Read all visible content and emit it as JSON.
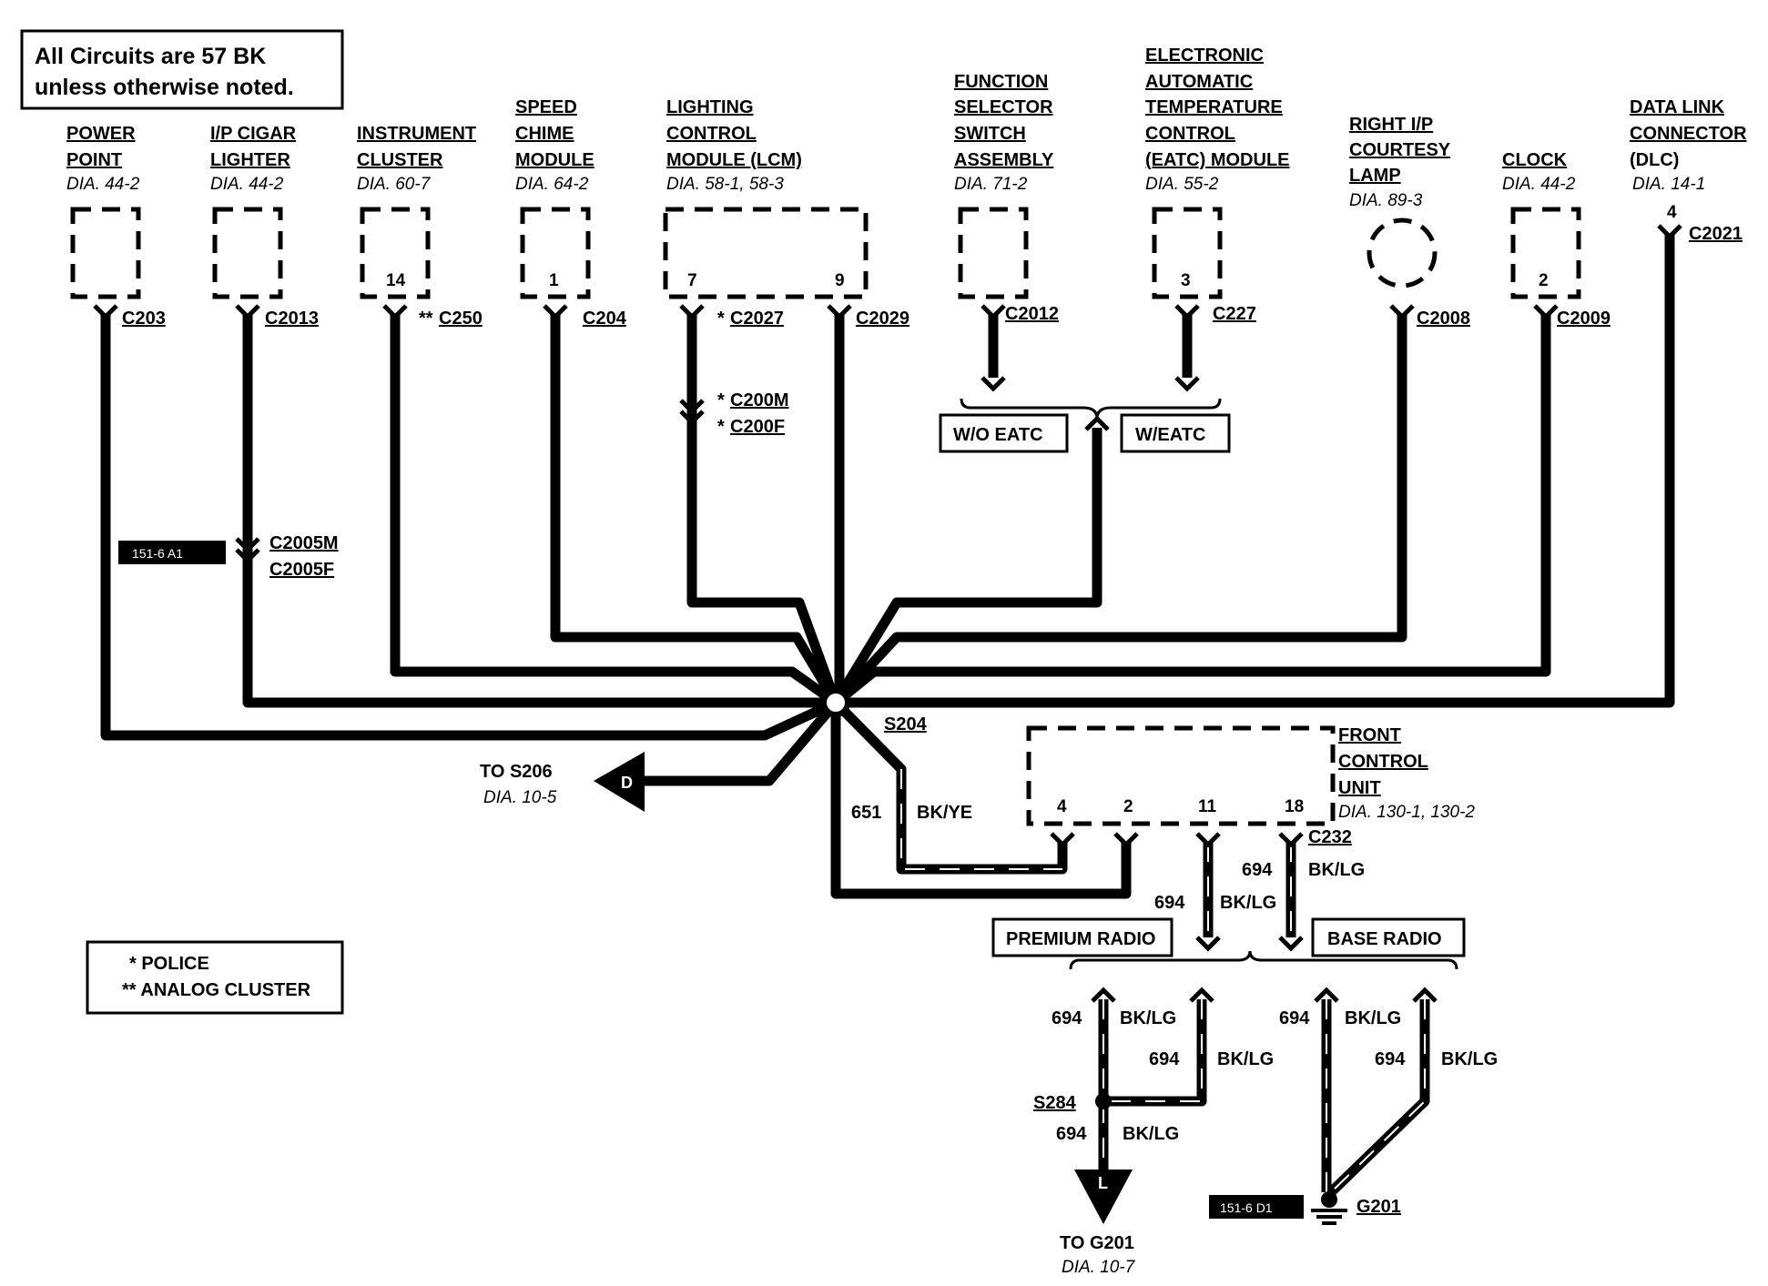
{
  "note": {
    "line1": "All Circuits are 57 BK",
    "line2": "unless otherwise noted."
  },
  "components": {
    "power_point": {
      "name1": "POWER",
      "name2": "POINT",
      "dia": "DIA. 44-2",
      "connector": "C203"
    },
    "cigar_lighter": {
      "name1": "I/P CIGAR",
      "name2": "LIGHTER",
      "dia": "DIA. 44-2",
      "connector": "C2013",
      "inline1": "C2005M",
      "inline2": "C2005F",
      "ref": "151-6 A1"
    },
    "instrument_cluster": {
      "name1": "INSTRUMENT",
      "name2": "CLUSTER",
      "dia": "DIA. 60-7",
      "pin": "14",
      "connector": "C250",
      "mark": "**"
    },
    "speed_chime": {
      "name1": "SPEED",
      "name2": "CHIME",
      "name3": "MODULE",
      "dia": "DIA. 64-2",
      "pin": "1",
      "connector": "C204"
    },
    "lcm": {
      "name1": "LIGHTING",
      "name2": "CONTROL",
      "name3": "MODULE (LCM)",
      "dia": "DIA. 58-1, 58-3",
      "pin_a": "7",
      "pin_b": "9",
      "connector_a": "C2027",
      "connector_b": "C2029",
      "mark": "*",
      "inline1": "C200M",
      "inline2": "C200F"
    },
    "function_selector": {
      "name1": "FUNCTION",
      "name2": "SELECTOR",
      "name3": "SWITCH",
      "name4": "ASSEMBLY",
      "dia": "DIA. 71-2",
      "connector": "C2012"
    },
    "eatc": {
      "name1": "ELECTRONIC",
      "name2": "AUTOMATIC",
      "name3": "TEMPERATURE",
      "name4": "CONTROL",
      "name5": "(EATC) MODULE",
      "dia": "DIA. 55-2",
      "pin": "3",
      "connector": "C227"
    },
    "courtesy_lamp": {
      "name1": "RIGHT I/P",
      "name2": "COURTESY",
      "name3": "LAMP",
      "dia": "DIA. 89-3",
      "connector": "C2008"
    },
    "clock": {
      "name1": "CLOCK",
      "dia": "DIA. 44-2",
      "pin": "2",
      "connector": "C2009"
    },
    "dlc": {
      "name1": "DATA LINK",
      "name2": "CONNECTOR",
      "name3": "(DLC)",
      "dia": "DIA. 14-1",
      "pin": "4",
      "connector": "C2021"
    },
    "fcu": {
      "name1": "FRONT",
      "name2": "CONTROL",
      "name3": "UNIT",
      "dia": "DIA. 130-1, 130-2",
      "pins": [
        "4",
        "2",
        "11",
        "18"
      ],
      "connector": "C232"
    }
  },
  "options": {
    "wo_eatc": "W/O EATC",
    "w_eatc": "W/EATC",
    "premium_radio": "PREMIUM RADIO",
    "base_radio": "BASE RADIO"
  },
  "splices": {
    "s204": "S204",
    "s284": "S284"
  },
  "to_s206": {
    "label": "TO S206",
    "dia": "DIA. 10-5",
    "letter": "D"
  },
  "to_g201": {
    "label": "TO G201",
    "dia": "DIA. 10-7",
    "letter": "L"
  },
  "ground": {
    "label": "G201",
    "ref": "151-6 D1"
  },
  "circuits": {
    "c651": "651",
    "bk_ye": "BK/YE",
    "c694": "694",
    "bk_lg": "BK/LG"
  },
  "legend": {
    "police": "* POLICE",
    "analog": "** ANALOG CLUSTER"
  }
}
